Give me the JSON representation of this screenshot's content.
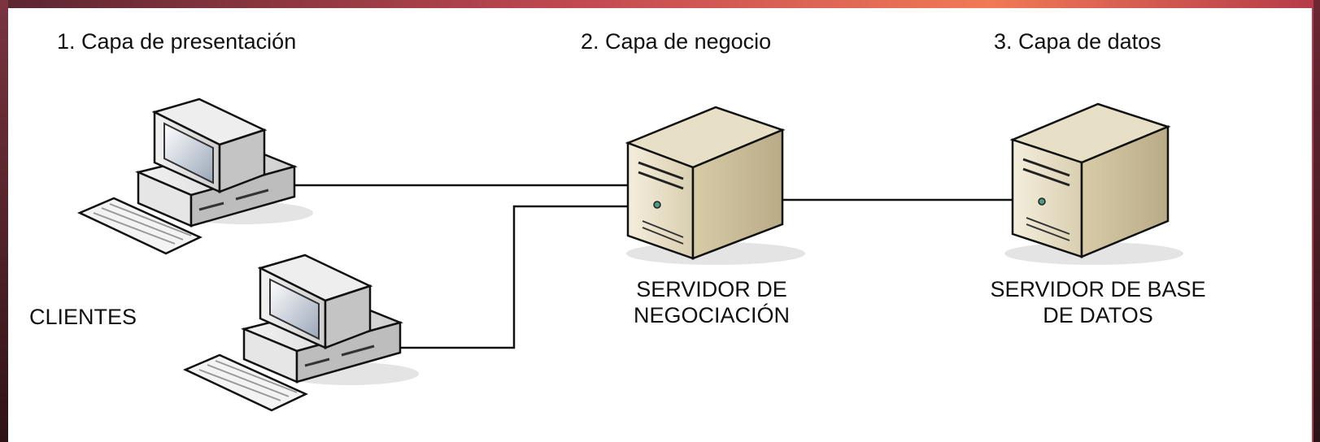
{
  "layers": {
    "presentation": "1. Capa de presentación",
    "business": "2. Capa de negocio",
    "data": "3. Capa de datos"
  },
  "labels": {
    "clients": "CLIENTES",
    "business_server_line1": "SERVIDOR DE",
    "business_server_line2": "NEGOCIACIÓN",
    "db_server_line1": "SERVIDOR DE BASE",
    "db_server_line2": "DE DATOS"
  }
}
